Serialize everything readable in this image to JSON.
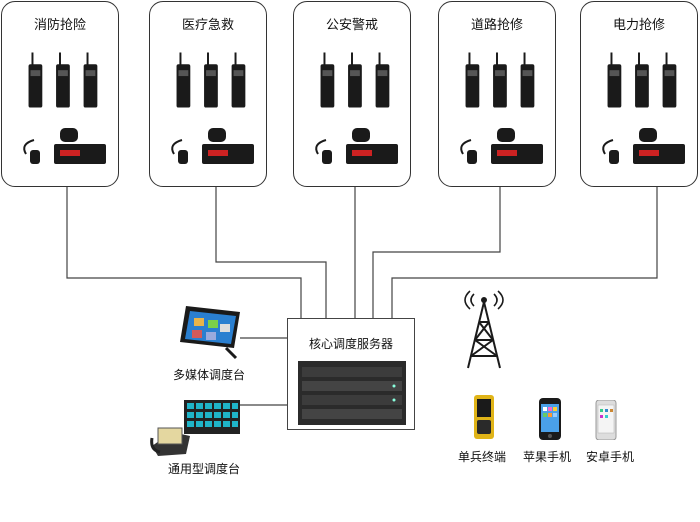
{
  "agencies": [
    {
      "label": "消防抢险"
    },
    {
      "label": "医疗急救"
    },
    {
      "label": "公安警戒"
    },
    {
      "label": "道路抢修"
    },
    {
      "label": "电力抢修"
    }
  ],
  "server": {
    "label": "核心调度服务器"
  },
  "consoles": [
    {
      "label": "多媒体调度台"
    },
    {
      "label": "通用型调度台"
    }
  ],
  "terminals": [
    {
      "label": "单兵终端"
    },
    {
      "label": "苹果手机"
    },
    {
      "label": "安卓手机"
    }
  ],
  "colors": {
    "line": "#444444",
    "device": "#1a1a1a",
    "screen_blue": "#2a7fd0",
    "teal": "#1fb5c9"
  }
}
